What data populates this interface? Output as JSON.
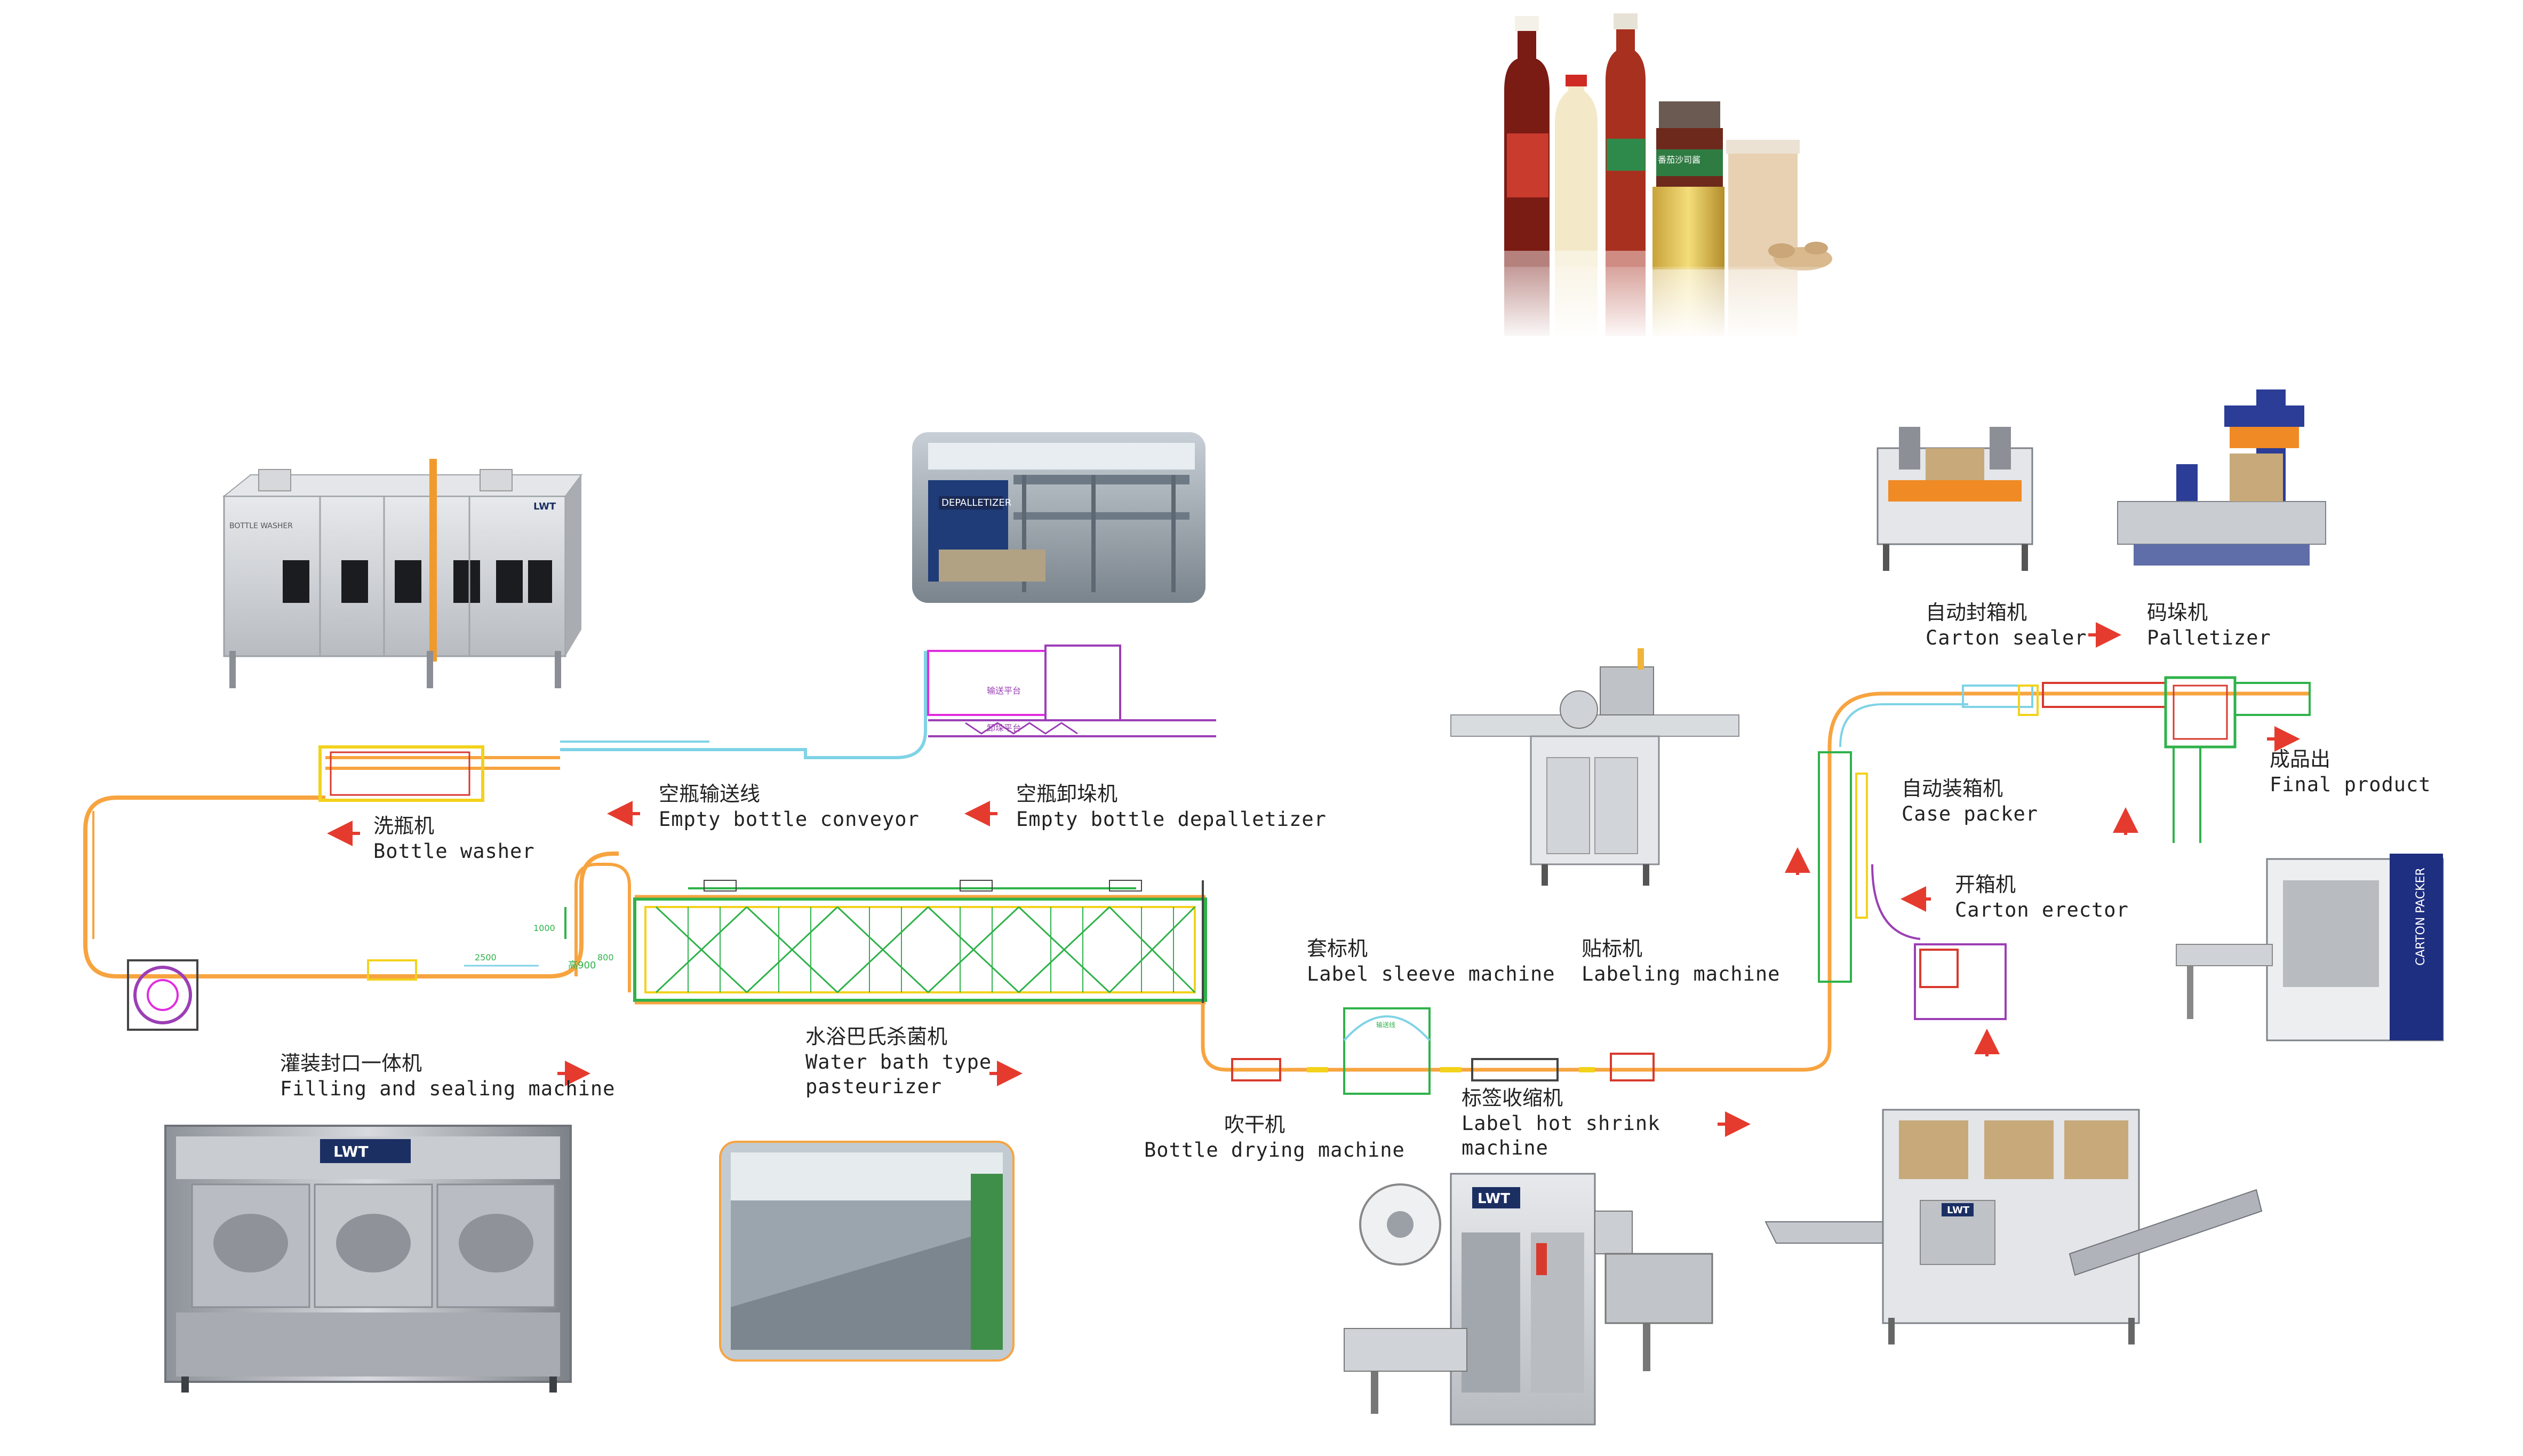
{
  "brand": "LWT",
  "stations": [
    {
      "id": "bottle-washer",
      "cn": "洗瓶机",
      "en": "Bottle washer"
    },
    {
      "id": "empty-bottle-conveyor",
      "cn": "空瓶输送线",
      "en": "Empty bottle conveyor"
    },
    {
      "id": "empty-bottle-depalletizer",
      "cn": "空瓶卸垛机",
      "en": "Empty bottle depalletizer"
    },
    {
      "id": "filling-sealing",
      "cn": "灌装封口一体机",
      "en": "Filling and sealing machine"
    },
    {
      "id": "pasteurizer",
      "cn": "水浴巴氏杀菌机",
      "en": "Water bath type pasteurizer"
    },
    {
      "id": "bottle-drying",
      "cn": "吹干机",
      "en": "Bottle drying machine"
    },
    {
      "id": "label-sleeve",
      "cn": "套标机",
      "en": "Label sleeve machine"
    },
    {
      "id": "label-shrink",
      "cn": "标签收缩机",
      "en": "Label hot shrink machine"
    },
    {
      "id": "labeling",
      "cn": "贴标机",
      "en": "Labeling machine"
    },
    {
      "id": "carton-erector",
      "cn": "开箱机",
      "en": "Carton erector"
    },
    {
      "id": "case-packer",
      "cn": "自动装箱机",
      "en": "Case packer"
    },
    {
      "id": "carton-sealer",
      "cn": "自动封箱机",
      "en": "Carton sealer"
    },
    {
      "id": "palletizer",
      "cn": "码垛机",
      "en": "Palletizer"
    },
    {
      "id": "final-product",
      "cn": "成品出",
      "en": "Final product"
    }
  ],
  "drawing_notes": {
    "depal_platform": "输送平台",
    "depal_platform_2": "卸垛平台",
    "dim_width": "2500",
    "dim_height": "1000",
    "dim_height_label": "高900",
    "dim_depth": "800",
    "conveyor_tag": "输送线"
  },
  "photo_text": {
    "washer_panel": "BOTTLE WASHER",
    "depalletizer_sign": "DEPALLETIZER",
    "carton_packer_panel": "CARTON PACKER",
    "jar_label": "番茄沙司酱"
  },
  "colors": {
    "conveyor_orange": "#f7a440",
    "conveyor_cyan": "#7fd3e6",
    "frame_green": "#2fb24a",
    "frame_yellow": "#f2d21b",
    "frame_purple": "#9b3fb5",
    "frame_magenta": "#e12ddf",
    "frame_red": "#d83a2d",
    "arrow_red": "#e53b2e",
    "machine_gray": "#c9ccd0",
    "steel": "#a7abb0",
    "text": "#222222"
  }
}
